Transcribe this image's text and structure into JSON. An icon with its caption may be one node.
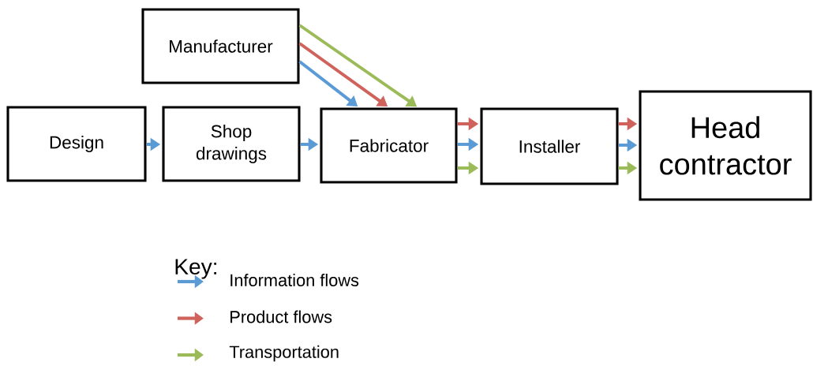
{
  "diagram": {
    "nodes": [
      {
        "text": [
          "Manufacturer"
        ]
      },
      {
        "text": [
          "Design"
        ]
      },
      {
        "text": [
          "Shop drawings"
        ]
      },
      {
        "text": [
          "Fabricator"
        ]
      },
      {
        "text": [
          "Installer"
        ]
      },
      {
        "text": [
          "Head contractor"
        ]
      }
    ],
    "edges": [
      {
        "from": 0,
        "to": 3,
        "arrow": "to"
      },
      {
        "from": 0,
        "to": 3,
        "arrow": "to",
        "color": "#d0625c"
      },
      {
        "from": 0,
        "to": 3,
        "arrow": "to",
        "color": "#9bbb59"
      },
      {
        "from": 1,
        "to": 2,
        "arrow": "to"
      },
      {
        "from": 2,
        "to": 3,
        "arrow": "to"
      },
      {
        "from": 3,
        "to": 4,
        "arrow": "to",
        "color": "#d0625c"
      },
      {
        "from": 3,
        "to": 4,
        "arrow": "to"
      },
      {
        "from": 3,
        "to": 4,
        "arrow": "to",
        "color": "#9bbb59"
      },
      {
        "from": 4,
        "to": 5,
        "arrow": "to",
        "color": "#d0625c"
      },
      {
        "from": 4,
        "to": 5,
        "arrow": "to"
      },
      {
        "from": 4,
        "to": 5,
        "arrow": "to",
        "color": "#9bbb59"
      }
    ],
    "labels": [
      "Key:"
    ],
    "legend": [
      {
        "text": "Information flows",
        "color": "#5b9bd5"
      },
      {
        "text": "Product flows",
        "color": "#d0625c"
      },
      {
        "text": "Transportation",
        "color": "#9bbb59"
      }
    ]
  }
}
